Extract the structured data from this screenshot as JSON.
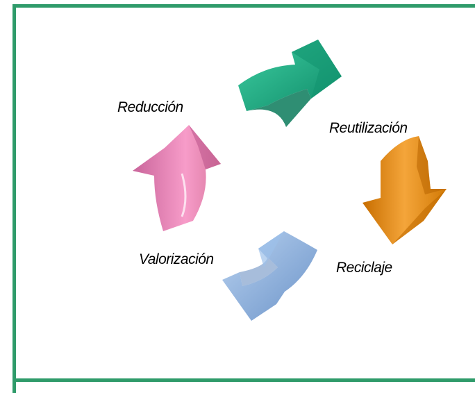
{
  "diagram": {
    "type": "cycle",
    "stages": [
      {
        "label": "Reducción",
        "color": "#e07fae"
      },
      {
        "label": "Reutilización",
        "color": "#e88a10"
      },
      {
        "label": "Reciclaje",
        "color": "#7fa7d9"
      },
      {
        "label": "Valorización",
        "color": "#7fa7d9"
      }
    ],
    "arrow_colors": {
      "green": "#17a884",
      "orange": "#e88a10",
      "blue": "#86aee0",
      "pink": "#e07fae"
    },
    "frame_color": "#2f9b6a"
  }
}
